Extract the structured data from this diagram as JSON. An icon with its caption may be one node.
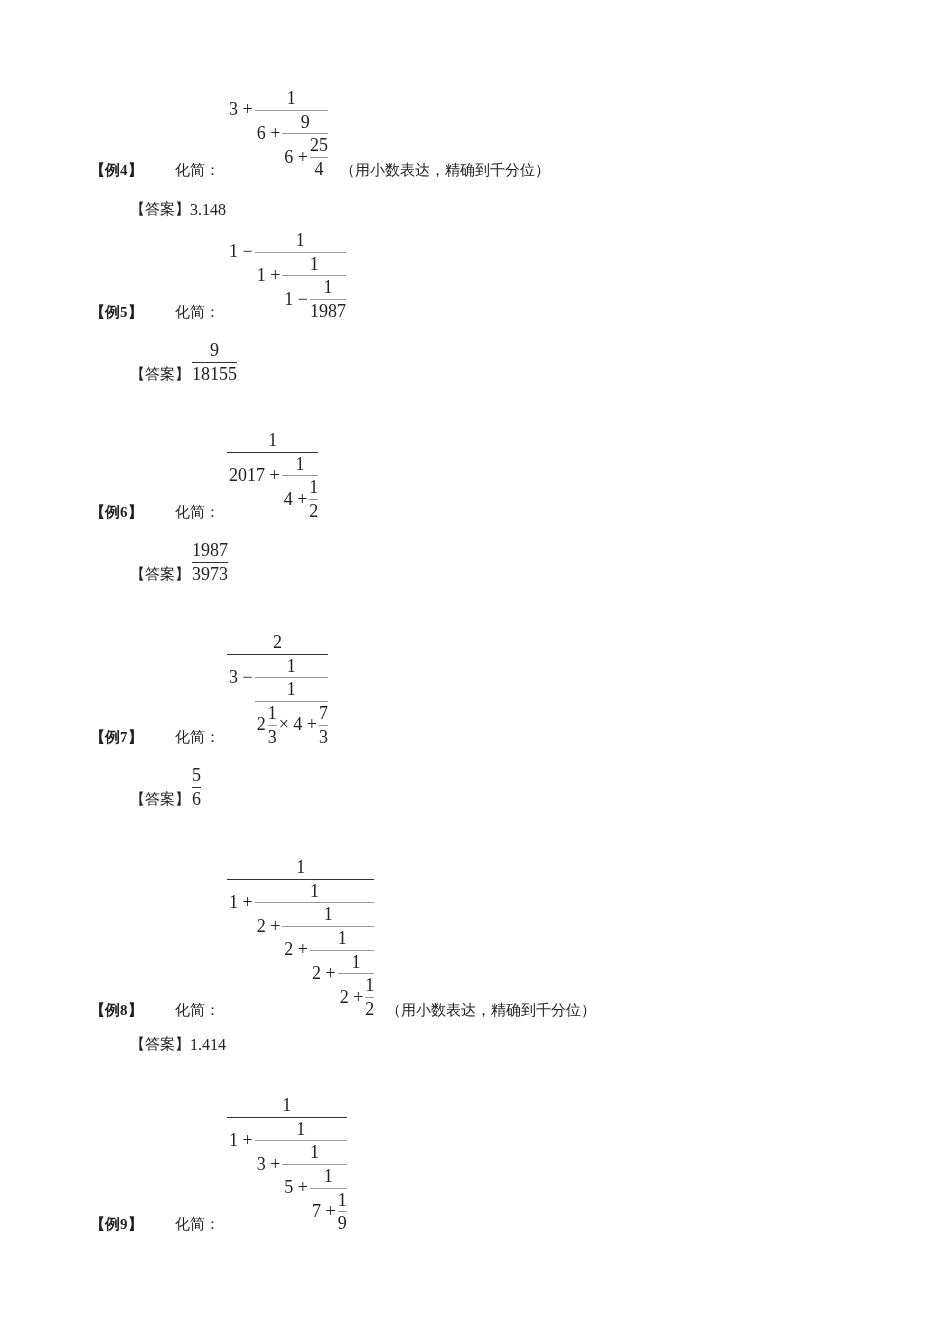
{
  "diagram": {
    "labels": [
      "【例4】",
      "化简：",
      "3 +",
      "1",
      "6 +",
      "9",
      "6 +",
      "25",
      "4",
      "（用小数表达，精确到千分位）",
      "【答案】",
      "3.148",
      "【例5】",
      "化简：",
      "1 −",
      "1",
      "1 +",
      "1",
      "1 −",
      "1",
      "1987",
      "【答案】",
      "9",
      "18155",
      "【例6】",
      "化简：",
      "1",
      "2017 +",
      "1",
      "4 +",
      "1",
      "2",
      "【答案】",
      "1987",
      "3973",
      "【例7】",
      "化简：",
      "2",
      "3 −",
      "1",
      "1",
      "2",
      "1",
      "3",
      "× 4 +",
      "7",
      "3",
      "【答案】",
      "5",
      "6",
      "【例8】",
      "化简：",
      "1",
      "1 +",
      "1",
      "2 +",
      "1",
      "2 +",
      "1",
      "2 +",
      "1",
      "2 +",
      "1",
      "2",
      "（用小数表达，精确到千分位）",
      "【答案】",
      "1.414",
      "【例9】",
      "化简：",
      "1",
      "1 +",
      "1",
      "3 +",
      "1",
      "5 +",
      "1",
      "7 +",
      "1",
      "9"
    ]
  }
}
